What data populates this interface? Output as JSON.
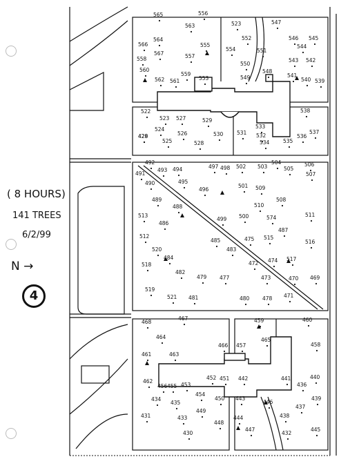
{
  "notes": {
    "hours": "( 8 HOURS)",
    "trees": "141 TREES",
    "date": "6/2/99",
    "north": "N →",
    "page_number": "4"
  },
  "tree_labels": [
    "565",
    "556",
    "563",
    "523",
    "552",
    "547",
    "546",
    "545",
    "566",
    "564",
    "555",
    "554",
    "551",
    "544",
    "558",
    "567",
    "557",
    "550",
    "543",
    "542",
    "560",
    "562",
    "561",
    "559",
    "553",
    "549",
    "548",
    "541",
    "540",
    "539",
    "522",
    "523",
    "527",
    "529",
    "533",
    "538",
    "524",
    "526",
    "530",
    "531",
    "532",
    "537",
    "525",
    "528",
    "534",
    "535",
    "536",
    "492",
    "491",
    "493",
    "494",
    "495",
    "497",
    "498",
    "502",
    "503",
    "504",
    "505",
    "506",
    "490",
    "496",
    "501",
    "509",
    "507",
    "508",
    "489",
    "488",
    "499",
    "500",
    "510",
    "574",
    "511",
    "513",
    "486",
    "487",
    "512",
    "485",
    "475",
    "515",
    "516",
    "520",
    "484",
    "483",
    "474",
    "517",
    "518",
    "482",
    "479",
    "477",
    "472",
    "473",
    "470",
    "469",
    "519",
    "521",
    "481",
    "480",
    "478",
    "471",
    "468",
    "467",
    "459",
    "460",
    "464",
    "465",
    "458",
    "463",
    "466",
    "457",
    "461",
    "462",
    "456",
    "455",
    "453",
    "452",
    "451",
    "442",
    "441",
    "440",
    "436",
    "434",
    "435",
    "454",
    "450",
    "443",
    "446",
    "439",
    "431",
    "433",
    "449",
    "448",
    "444",
    "447",
    "438",
    "437",
    "430",
    "432",
    "445",
    "429",
    "428"
  ]
}
